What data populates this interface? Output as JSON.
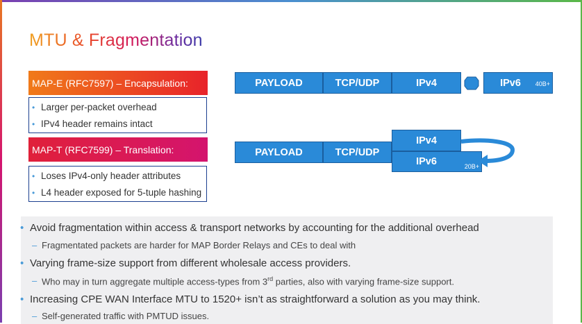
{
  "title": "MTU & Fragmentation",
  "map_e": {
    "header": "MAP-E (RFC7597) – Encapsulation:",
    "bullets": [
      "Larger per-packet overhead",
      "IPv4 header remains intact"
    ],
    "packet": {
      "payload": "PAYLOAD",
      "tcpudp": "TCP/UDP",
      "ipv4": "IPv4",
      "ipv6": "IPv6",
      "ipv6_overhead": "40B+"
    }
  },
  "map_t": {
    "header": "MAP-T (RFC7599) – Translation:",
    "bullets": [
      "Loses IPv4-only header attributes",
      "L4 header exposed for 5-tuple hashing"
    ],
    "packet": {
      "payload": "PAYLOAD",
      "tcpudp": "TCP/UDP",
      "ipv4": "IPv4",
      "ipv6": "IPv6",
      "ipv6_overhead": "20B+"
    }
  },
  "notes": [
    {
      "level": 1,
      "text": "Avoid fragmentation within access & transport networks by accounting for the additional overhead"
    },
    {
      "level": 2,
      "text": "Fragmentated packets are harder for MAP Border Relays and CEs to deal with"
    },
    {
      "level": 1,
      "text": "Varying frame-size support from different wholesale access providers."
    },
    {
      "level": 2,
      "text_before": "Who may in turn aggregate multiple access-types from 3",
      "sup": "rd",
      "text_after": " parties, also with varying frame-size support."
    },
    {
      "level": 1,
      "text": "Increasing CPE WAN Interface MTU to 1520+ isn’t as straightforward a solution as you may think."
    },
    {
      "level": 2,
      "text": "Self-generated traffic with PMTUD issues."
    }
  ],
  "colors": {
    "packet_blue": "#2a8ad8",
    "bullet_blue": "#4a9bd8",
    "box_border": "#1b3f8f"
  }
}
